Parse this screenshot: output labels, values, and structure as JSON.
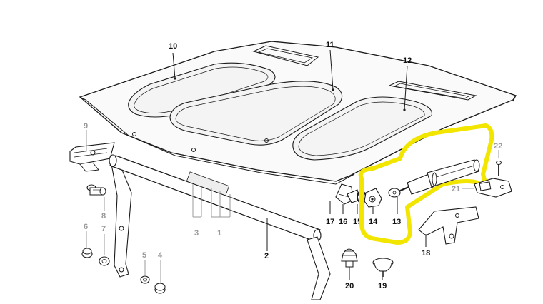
{
  "diagram": {
    "highlight_color": "#f2e600",
    "line_color": "#1a1a1a",
    "faint_color": "#9a9a9a",
    "parts": [
      {
        "id": "10",
        "name": "hood-panel-pad-left"
      },
      {
        "id": "11",
        "name": "hood-panel-pad-center"
      },
      {
        "id": "12",
        "name": "hood-panel-pad-right"
      },
      {
        "id": "9",
        "name": "hinge-bracket"
      },
      {
        "id": "8",
        "name": "bolt"
      },
      {
        "id": "6",
        "name": "nut"
      },
      {
        "id": "7",
        "name": "washer"
      },
      {
        "id": "5",
        "name": "washer-small"
      },
      {
        "id": "4",
        "name": "bushing"
      },
      {
        "id": "3",
        "name": "bracket-pair"
      },
      {
        "id": "1",
        "name": "bracket-pair-b"
      },
      {
        "id": "2",
        "name": "torsion-bar"
      },
      {
        "id": "17",
        "name": "clip"
      },
      {
        "id": "16",
        "name": "ball-socket"
      },
      {
        "id": "15",
        "name": "retaining-ring"
      },
      {
        "id": "14",
        "name": "mount-ball"
      },
      {
        "id": "13",
        "name": "gas-strut"
      },
      {
        "id": "22",
        "name": "screw"
      },
      {
        "id": "21",
        "name": "strut-bracket"
      },
      {
        "id": "18",
        "name": "mounting-plate"
      },
      {
        "id": "20",
        "name": "rubber-buffer"
      },
      {
        "id": "19",
        "name": "adjusting-buffer"
      }
    ]
  }
}
